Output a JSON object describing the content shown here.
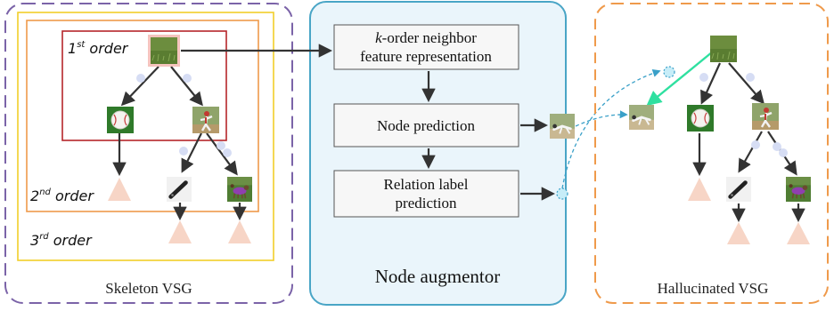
{
  "colors": {
    "left_panel": "#7b63a8",
    "middle_panel": "#49a5c6",
    "middle_fill": "#eaf5fb",
    "right_panel": "#ef9a4b",
    "first_order_box": "#b5262b",
    "second_order_box": "#ef9a4b",
    "third_order_box": "#f1cf2a",
    "bubble": "#d6ddf4",
    "triangle": "#f7d5c6",
    "connector": "#1a1a1a",
    "dashed_arrow": "#3aa0c8",
    "hallucinated_edge": "#2fe0a0",
    "relation_dot": "#c7edf8"
  },
  "left_panel": {
    "title": "Skeleton VSG",
    "labels": {
      "first_order_base": "1",
      "first_order_sup": "st",
      "first_order_word": " order",
      "second_order_base": "2",
      "second_order_sup": "nd",
      "second_order_word": " order",
      "third_order_base": "3",
      "third_order_sup": "rd",
      "third_order_word": " order"
    }
  },
  "middle_panel": {
    "title": "Node augmentor",
    "box1_line1_italic": "k",
    "box1_line1_rest": "-order neighbor",
    "box1_line2": "feature representation",
    "box2": "Node prediction",
    "box3_line1": "Relation label",
    "box3_line2": "prediction"
  },
  "right_panel": {
    "title": "Hallucinated VSG"
  },
  "icons": {
    "root": "grass-field-icon",
    "ball": "baseball-icon",
    "player": "baseball-player-icon",
    "bat": "baseball-bat-icon",
    "dog": "dog-icon",
    "predicted": "fielder-catching-icon"
  }
}
